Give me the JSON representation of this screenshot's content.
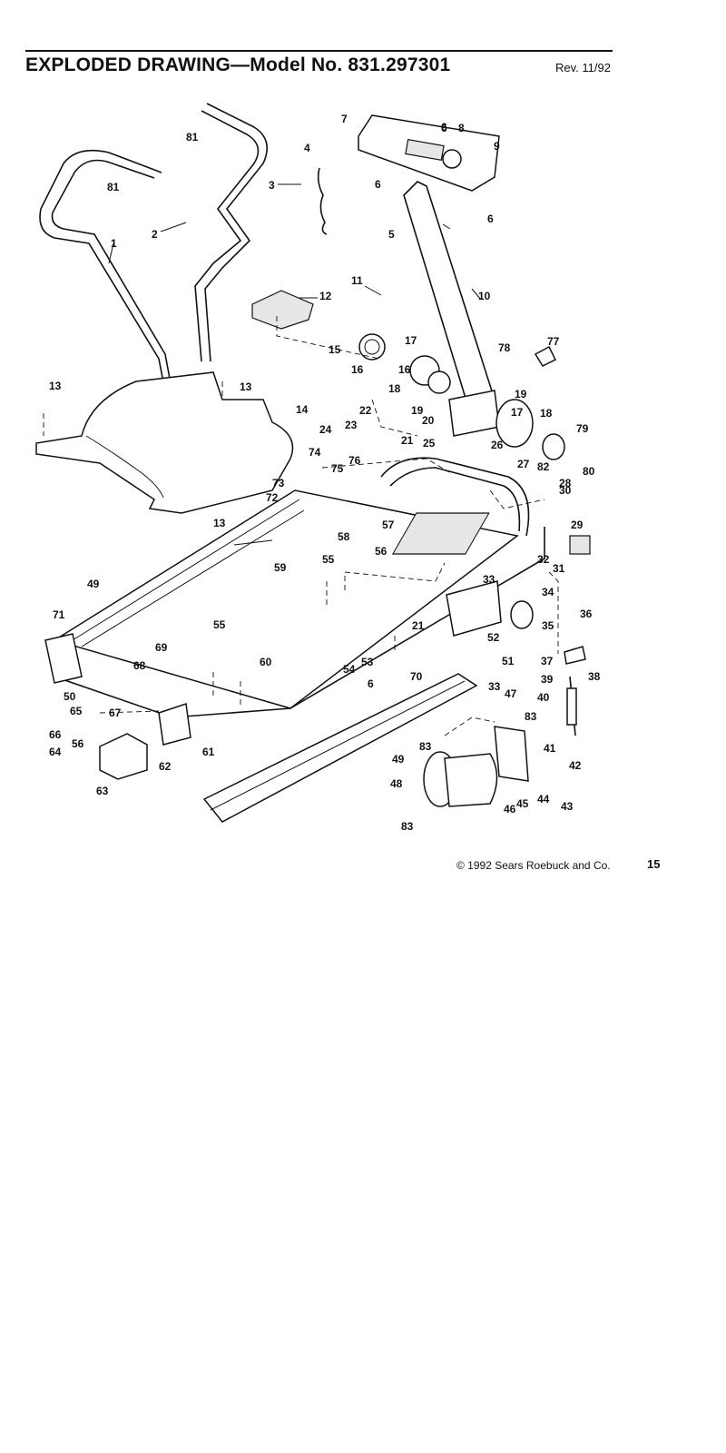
{
  "header": {
    "title": "EXPLODED DRAWING—Model No. 831.297301",
    "revision": "Rev. 11/92"
  },
  "footer": {
    "copyright": "© 1992 Sears Roebuck and Co.",
    "page_number": "15"
  },
  "diagram": {
    "labels": [
      "81",
      "81",
      "1",
      "2",
      "3",
      "4",
      "5",
      "6",
      "6",
      "6",
      "6",
      "7",
      "8",
      "9",
      "10",
      "11",
      "12",
      "13",
      "13",
      "13",
      "13",
      "14",
      "15",
      "16",
      "16",
      "17",
      "17",
      "18",
      "18",
      "19",
      "19",
      "20",
      "21",
      "21",
      "22",
      "23",
      "24",
      "25",
      "26",
      "27",
      "28",
      "29",
      "30",
      "31",
      "32",
      "33",
      "33",
      "34",
      "35",
      "36",
      "37",
      "38",
      "39",
      "40",
      "41",
      "42",
      "43",
      "44",
      "45",
      "46",
      "47",
      "48",
      "49",
      "49",
      "50",
      "51",
      "52",
      "53",
      "54",
      "55",
      "55",
      "56",
      "56",
      "57",
      "58",
      "59",
      "60",
      "61",
      "62",
      "63",
      "64",
      "65",
      "66",
      "67",
      "68",
      "69",
      "70",
      "71",
      "72",
      "73",
      "74",
      "75",
      "76",
      "77",
      "78",
      "79",
      "80",
      "82",
      "83",
      "83",
      "83",
      "6",
      "6"
    ]
  }
}
